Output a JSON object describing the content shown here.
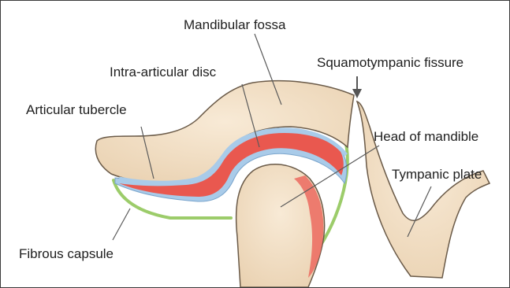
{
  "labels": {
    "mandibular_fossa": "Mandibular fossa",
    "squamotympanic_fissure": "Squamotympanic fissure",
    "intra_articular_disc": "Intra-articular disc",
    "articular_tubercle": "Articular tubercle",
    "head_of_mandible": "Head of mandible",
    "tympanic_plate": "Tympanic plate",
    "fibrous_capsule": "Fibrous capsule"
  },
  "colors": {
    "bone": "#f3dfc4",
    "bone_outline": "#6a5a48",
    "synovial_space": "#a9cbe9",
    "cartilage": "#e9584f",
    "capsule": "#9ccc6a",
    "leader_line": "#5a5a5a",
    "text": "#1e1e1e"
  }
}
